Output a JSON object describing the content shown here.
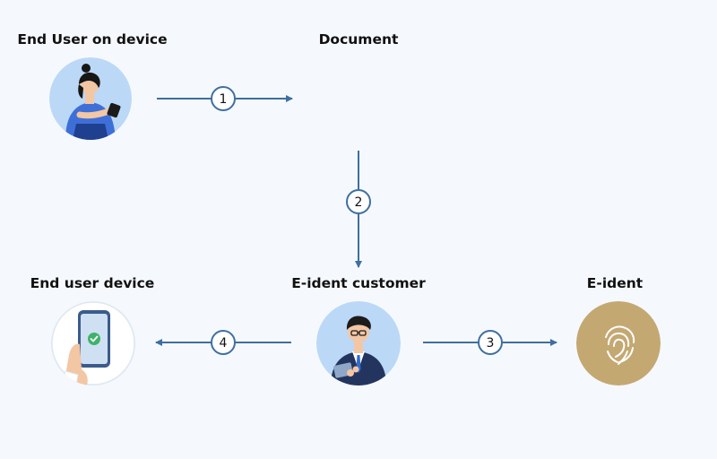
{
  "nodes": {
    "end_user": {
      "label": "End User on device"
    },
    "document": {
      "label": "Document"
    },
    "end_user_device": {
      "label": "End user device"
    },
    "customer": {
      "label": "E-ident customer"
    },
    "eident": {
      "label": "E-ident"
    }
  },
  "steps": [
    {
      "number": "1"
    },
    {
      "number": "2"
    },
    {
      "number": "3"
    },
    {
      "number": "4"
    }
  ],
  "colors": {
    "arrow": "#3f6fa0",
    "avatar_bg": "#bcd8f7",
    "eident_bg": "#c4a872",
    "check": "#3fb26a"
  }
}
